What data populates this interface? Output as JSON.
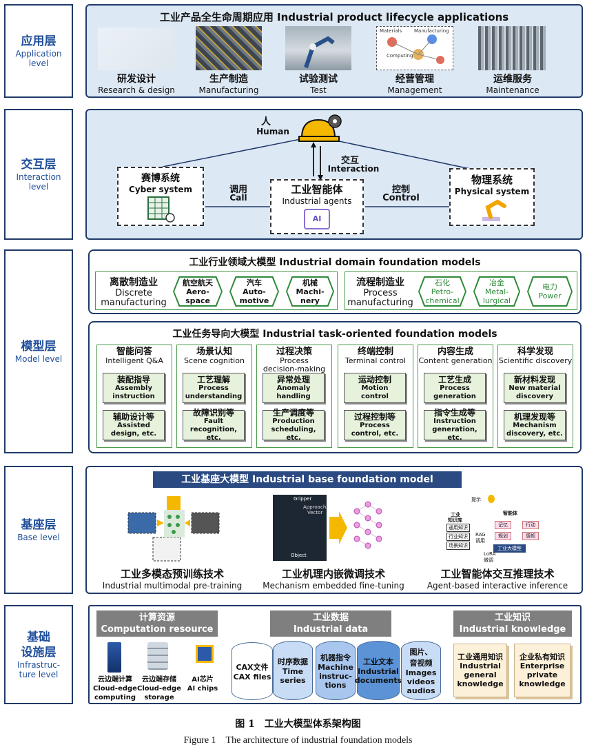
{
  "layers": {
    "application": {
      "zh": "应用层",
      "en": "Application level"
    },
    "interaction": {
      "zh": "交互层",
      "en": "Interaction level"
    },
    "model": {
      "zh": "模型层",
      "en": "Model level"
    },
    "base": {
      "zh": "基座层",
      "en": "Base level"
    },
    "infra": {
      "zh_1": "基础",
      "zh_2": "设施层",
      "en_1": "Infrastruc-",
      "en_2": "ture level"
    }
  },
  "application": {
    "title": "工业产品全生命周期应用 Industrial product lifecycle applications",
    "items": [
      {
        "zh": "研发设计",
        "en": "Research & design"
      },
      {
        "zh": "生产制造",
        "en": "Manufacturing"
      },
      {
        "zh": "试验测试",
        "en": "Test"
      },
      {
        "zh": "经营管理",
        "en": "Management"
      },
      {
        "zh": "运维服务",
        "en": "Maintenance"
      }
    ],
    "mgmt_img_labels": {
      "materials": "Materials",
      "manufacturing": "Manufacturing",
      "computing": "Computing"
    }
  },
  "interaction": {
    "human_zh": "人",
    "human_en": "Human",
    "interact_zh": "交互",
    "interact_en": "Interaction",
    "cyber_zh": "赛博系统",
    "cyber_en": "Cyber system",
    "call_zh": "调用",
    "call_en": "Call",
    "agents_zh": "工业智能体",
    "agents_en": "Industrial agents",
    "ai_label": "AI",
    "control_zh": "控制",
    "control_en": "Control",
    "physical_zh": "物理系统",
    "physical_en": "Physical system"
  },
  "domain_models": {
    "title": "工业行业领域大模型 Industrial domain foundation models",
    "discrete": {
      "zh": "离散制造业",
      "en_1": "Discrete",
      "en_2": "manufacturing"
    },
    "discrete_items": [
      {
        "zh": "航空航天",
        "en_1": "Aero-",
        "en_2": "space"
      },
      {
        "zh": "汽车",
        "en_1": "Auto-",
        "en_2": "motive"
      },
      {
        "zh": "机械",
        "en_1": "Machi-",
        "en_2": "nery"
      }
    ],
    "process": {
      "zh": "流程制造业",
      "en_1": "Process",
      "en_2": "manufacturing"
    },
    "process_items": [
      {
        "zh": "石化",
        "en_1": "Petro-",
        "en_2": "chemical"
      },
      {
        "zh": "冶金",
        "en_1": "Metal-",
        "en_2": "lurgical"
      },
      {
        "zh": "电力",
        "en_1": "Power",
        "en_2": ""
      }
    ]
  },
  "task_models": {
    "title": "工业任务导向大模型 Industrial task-oriented foundation models",
    "columns": [
      {
        "zh": "智能问答",
        "en_1": "Intelligent Q&A",
        "en_2": "",
        "c1": [
          "装配指导",
          "Assembly",
          "instruction"
        ],
        "c2": [
          "辅助设计等",
          "Assisted",
          "design, etc."
        ]
      },
      {
        "zh": "场景认知",
        "en_1": "Scene cognition",
        "en_2": "",
        "c1": [
          "工艺理解",
          "Process",
          "understanding"
        ],
        "c2": [
          "故障识别等",
          "Fault",
          "recognition, etc."
        ]
      },
      {
        "zh": "过程决策",
        "en_1": "Process",
        "en_2": "decision-making",
        "c1": [
          "异常处理",
          "Anomaly",
          "handling"
        ],
        "c2": [
          "生产调度等",
          "Production",
          "scheduling, etc."
        ]
      },
      {
        "zh": "终端控制",
        "en_1": "Terminal control",
        "en_2": "",
        "c1": [
          "运动控制",
          "Motion",
          "control"
        ],
        "c2": [
          "过程控制等",
          "Process",
          "control, etc."
        ]
      },
      {
        "zh": "内容生成",
        "en_1": "Content generation",
        "en_2": "",
        "c1": [
          "工艺生成",
          "Process",
          "generation"
        ],
        "c2": [
          "指令生成等",
          "Instruction",
          "generation, etc."
        ]
      },
      {
        "zh": "科学发现",
        "en_1": "Scientific discovery",
        "en_2": "",
        "c1": [
          "新材料发现",
          "New material",
          "discovery"
        ],
        "c2": [
          "机理发现等",
          "Mechanism",
          "discovery, etc."
        ]
      }
    ]
  },
  "base": {
    "title": "工业基座大模型 Industrial base foundation model",
    "techs": [
      {
        "zh": "工业多模态预训练技术",
        "en": "Industrial multimodal pre-training"
      },
      {
        "zh": "工业机理内嵌微调技术",
        "en": "Mechanism embedded fine-tuning"
      },
      {
        "zh": "工业智能体交互推理技术",
        "en": "Agent-based interactive inference"
      }
    ],
    "mech_img": {
      "gripper": "Gripper",
      "approach": "Approach",
      "vector": "Vector",
      "object": "Object"
    },
    "agent_img": {
      "top": "提示",
      "agent": "智能体",
      "kb": "工业",
      "kb2": "知识库",
      "g1": "通用知识",
      "g2": "行业知识",
      "g3": "场景知识",
      "rag": "RAG",
      "rag2": "调用",
      "memory": "记忆",
      "action": "行动",
      "plan": "规划",
      "perceive": "感知",
      "llm": "工业大模型",
      "lora": "LoRA",
      "lora2": "微调"
    }
  },
  "infra": {
    "compute": {
      "zh": "计算资源",
      "en": "Computation resource"
    },
    "compute_items": [
      {
        "zh": "云边端计算",
        "en_1": "Cloud-edge",
        "en_2": "computing"
      },
      {
        "zh": "云边端存储",
        "en_1": "Cloud-edge",
        "en_2": "storage"
      },
      {
        "zh": "AI芯片",
        "en_1": "AI chips",
        "en_2": ""
      }
    ],
    "data": {
      "zh": "工业数据",
      "en": "Industrial data"
    },
    "data_items": [
      {
        "l1": "CAX文件",
        "l2": "CAX files",
        "l3": "",
        "l4": ""
      },
      {
        "l1": "时序数据",
        "l2": "Time",
        "l3": "series",
        "l4": ""
      },
      {
        "l1": "机器指令",
        "l2": "Machine",
        "l3": "instruc-",
        "l4": "tions"
      },
      {
        "l1": "工业文本",
        "l2": "Industrial",
        "l3": "documents",
        "l4": ""
      },
      {
        "l1": "图片、",
        "l2": "音视频",
        "l3": "Images",
        "l4": "videos",
        "l5": "audios"
      }
    ],
    "knowledge": {
      "zh": "工业知识",
      "en": "Industrial knowledge"
    },
    "knowledge_items": [
      {
        "l1": "工业通用知识",
        "l2": "Industrial",
        "l3": "general",
        "l4": "knowledge"
      },
      {
        "l1": "企业私有知识",
        "l2": "Enterprise",
        "l3": "private",
        "l4": "knowledge"
      }
    ]
  },
  "caption": {
    "zh": "图 1　工业大模型体系架构图",
    "en": "Figure 1　The architecture of industrial foundation models"
  },
  "colors": {
    "navy": "#1f3a68",
    "label_blue": "#1f4e9a",
    "panel_blue": "#dde8f5",
    "green": "#2f8a3a",
    "grey_head": "#7f7f7f",
    "base_title": "#2b4a82"
  }
}
